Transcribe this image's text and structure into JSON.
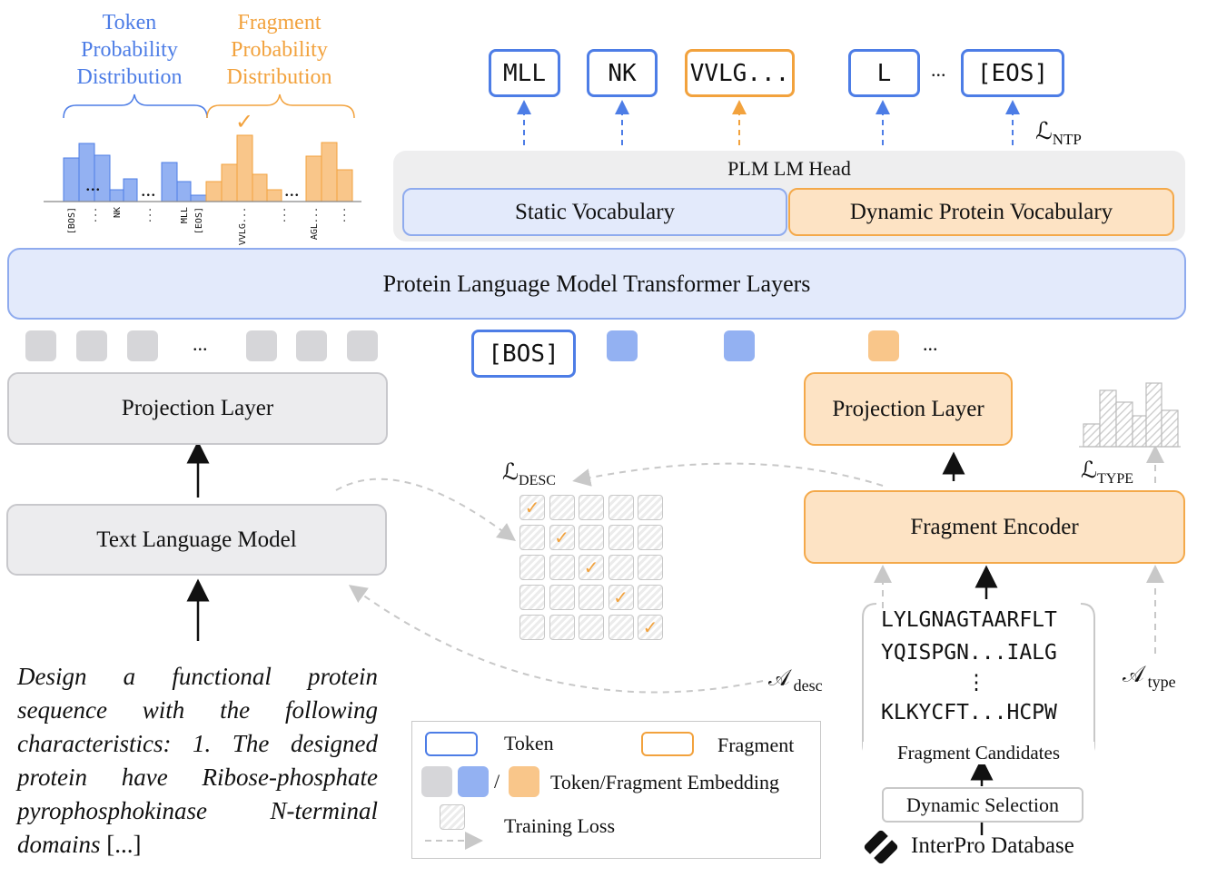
{
  "top_left": {
    "token_dist_title": [
      "Token",
      "Probability",
      "Distribution"
    ],
    "fragment_dist_title": [
      "Fragment",
      "Probability",
      "Distribution"
    ],
    "check": "✓",
    "axis_labels": [
      "[BOS]",
      "...",
      "NK",
      "...",
      "MLL",
      "[EOS]",
      "VVLG...",
      "...",
      "AGL...",
      "..."
    ]
  },
  "outputs": {
    "tokens": [
      "MLL",
      "NK",
      "VVLG...",
      "L",
      "[EOS]"
    ],
    "ellipsis": "...",
    "loss_ntp_main": "ℒ",
    "loss_ntp_sub": "NTP"
  },
  "lm_head": {
    "title": "PLM LM Head",
    "static": "Static Vocabulary",
    "dynamic": "Dynamic Protein Vocabulary"
  },
  "transformer": {
    "label": "Protein Language Model Transformer Layers"
  },
  "embeddings": {
    "bos": "[BOS]",
    "ellipsis": "..."
  },
  "left": {
    "projection": "Projection Layer",
    "text_lm": "Text Language Model",
    "prompt_parts": [
      "Design a functional protein sequence with the following characteristics: 1. The designed protein have Ribose-phosphate pyrophosphokinase N-terminal domains",
      " [...]"
    ]
  },
  "right": {
    "projection": "Projection Layer",
    "encoder": "Fragment Encoder",
    "loss_type_main": "ℒ",
    "loss_type_sub": "TYPE",
    "a_type_main": "𝒜",
    "a_type_sub": "type",
    "a_desc_main": "𝒜",
    "a_desc_sub": "desc",
    "candidates": [
      "LYLGNAGTAARFLT",
      "YQISPGN...IALG",
      "⋮",
      "KLKYCFT...HCPW"
    ],
    "candidates_label": "Fragment Candidates",
    "dynamic_selection": "Dynamic Selection",
    "database": "InterPro Database"
  },
  "middle": {
    "loss_desc_main": "ℒ",
    "loss_desc_sub": "DESC",
    "check": "✓"
  },
  "legend": {
    "token": "Token",
    "fragment": "Fragment",
    "slash": "/",
    "embedding": "Token/Fragment Embedding",
    "training_loss": "Training Loss"
  },
  "colors": {
    "blue": "#4d7de6",
    "orange": "#f2a23d",
    "blue_fill": "#e3eafb",
    "orange_fill": "#fde3c4",
    "gray_fill": "#ececee"
  }
}
